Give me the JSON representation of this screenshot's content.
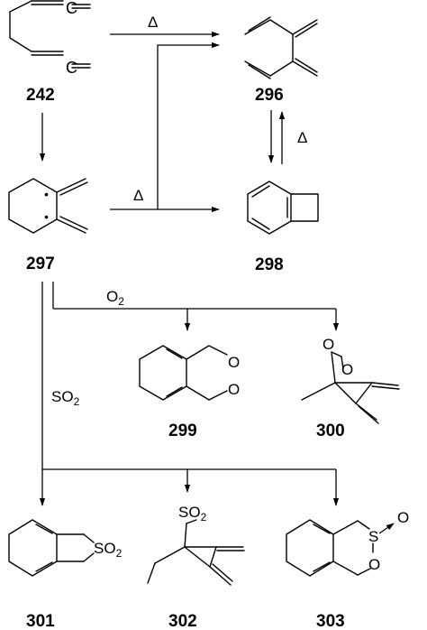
{
  "compounds": {
    "c242": "242",
    "c296": "296",
    "c297": "297",
    "c298": "298",
    "c299": "299",
    "c300": "300",
    "c301": "301",
    "c302": "302",
    "c303": "303"
  },
  "reagents": {
    "heat": "Δ",
    "o2_main": "O",
    "o2_sub": "2",
    "so2_main": "SO",
    "so2_sub": "2"
  },
  "atoms": {
    "oxygen": "O",
    "sulfur": "S",
    "so2_main": "SO",
    "so2_sub": "2"
  },
  "bullet": "•"
}
